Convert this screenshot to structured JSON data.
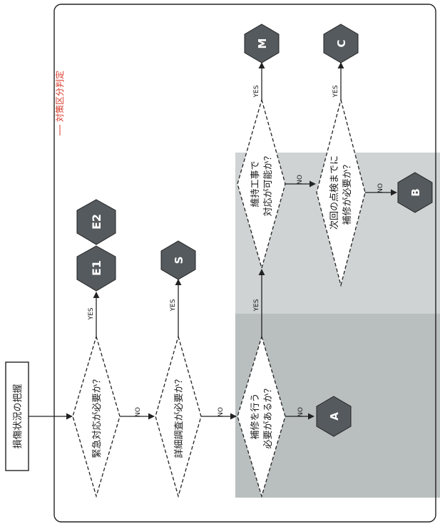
{
  "colors": {
    "accent": "#d83a2a",
    "node_fill": "#555a5e",
    "node_text": "#ffffff",
    "shade": "#9aa2a4",
    "line": "#222222"
  },
  "start": {
    "label": "損傷状況の把握"
  },
  "frame": {
    "title": "対策区分判定"
  },
  "decisions": {
    "d1": {
      "lines": [
        "緊急対応が必要か？"
      ]
    },
    "d2": {
      "lines": [
        "詳細調査が必要か？"
      ]
    },
    "d3": {
      "lines": [
        "補修を行う",
        "必要があるか？"
      ]
    },
    "d4": {
      "lines": [
        "維持工事で",
        "対応が可能か？"
      ]
    },
    "d5": {
      "lines": [
        "次回の点検までに",
        "補修が必要か？"
      ]
    }
  },
  "branches": {
    "yes": "YES",
    "no": "NO"
  },
  "terminals": {
    "e1": "E1",
    "e2": "E2",
    "s": "S",
    "m": "M",
    "c": "C",
    "a": "A",
    "b": "B"
  }
}
